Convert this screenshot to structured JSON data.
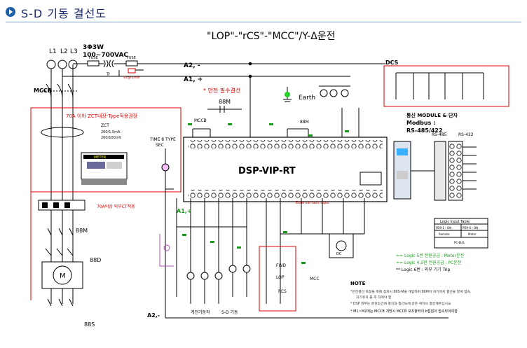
{
  "page_title": "S-D 기동 결선도",
  "diagram": {
    "title": "\"LOP\"-\"rCS\"-\"MCC\"/Y-Δ운전",
    "supply": {
      "phase": "3Φ3W",
      "voltage": "100~700VAC"
    },
    "phases": [
      "L1",
      "L2",
      "L3"
    ],
    "labels": {
      "mccb": "MCCB",
      "fuse1": "FUSE",
      "fuse2": "FUSE",
      "tr": "Tr",
      "sg": "Surge-proof",
      "a2_minus_top": "A2, -",
      "a1_plus": "A1, +",
      "safety": "* 안전 필수결선",
      "earth": "Earth",
      "m88_top": "88M",
      "mccb2": "MCCB",
      "m88_mid": "88M",
      "zct_note": "70A 이하 ZCT내장-Type적용권장",
      "zct": "ZCT",
      "zct_spec1": "200/1.5mA",
      "zct_spec2": "200/100mV",
      "meter": "METER",
      "ct_note": "70A이상 외부CT적용",
      "m88": "88M",
      "d88": "88D",
      "s88": "88S",
      "motor": "M",
      "timer": "TIME 8 TYPE",
      "timer_sub": "SEC",
      "a1_plus_left": "A1,+",
      "a2_minus_bottom": "A2,-",
      "device": "DSP-VIP-RT",
      "dcs": "DCS",
      "comm_title": "통신 MODULE & 단자",
      "modbus": "Modbus :",
      "rs485_422": "RS-485/422",
      "rs485": "RS-485",
      "rs422": "RS-422",
      "logic_title": "Logic Input Table",
      "logic_h1": "PD9-1 : ON",
      "logic_h2": "PD9-6 : ON",
      "logic_r1": "Remote",
      "logic_r2": "Meter",
      "logic_r3": "PC-BUS",
      "logic5": "== Logic 5번 전원공급 : Meter운전",
      "logic45": "== Logic 4,5번 전원공급 : PC운전",
      "logic6": "** Logic 6번 : 외부 기기 Trip",
      "note": "NOTE",
      "note1": "*안전결선 측정을 위해 정지시 88S-M을 개입하며 88M이 자기유지 결선을 할게 접속.",
      "note1b": "지기유지 를 추 하여야 함",
      "note2": "* DSP 외부는 운전조건에 결선과 접선도에 같은 위치의 결선해주십시요",
      "note3": "* M1~M2에는 MCCB 개방시 MCCB 보조출력의 b접점이 접속되어야함",
      "ext_fault": "External fault input",
      "local_op": "계전기동작",
      "sd_op": "S-D 기동",
      "lop": "LOP",
      "rcs": "RCS",
      "mcc": "MCC",
      "fwd": "FWD",
      "dc": "DC"
    }
  }
}
